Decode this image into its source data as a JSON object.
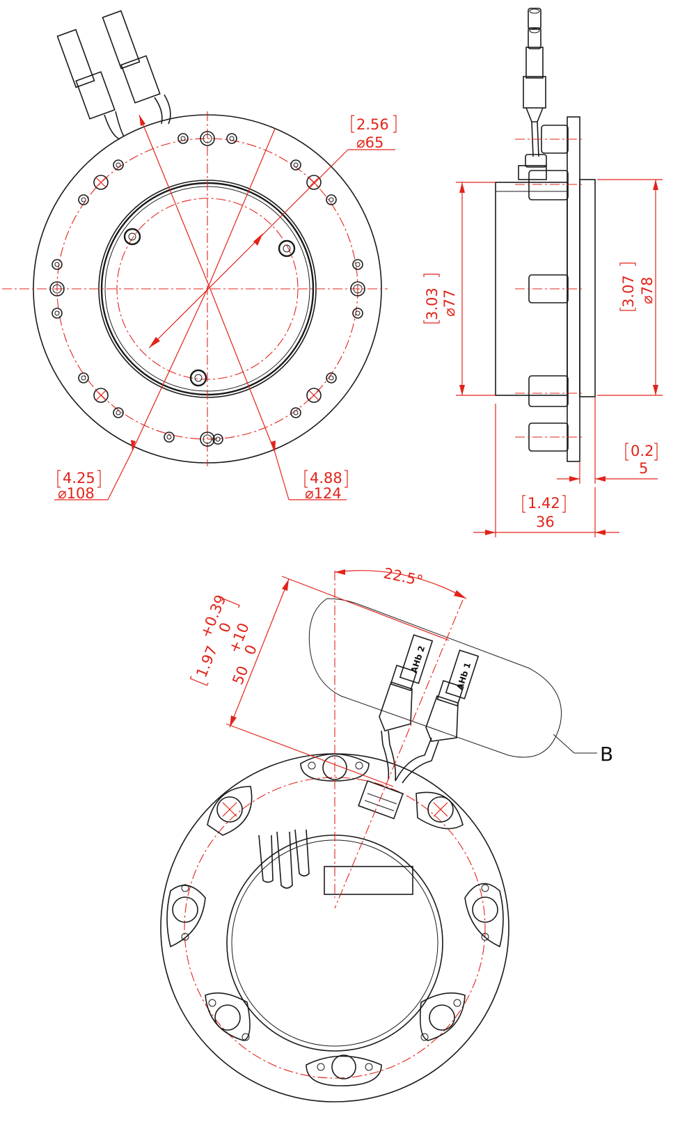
{
  "colors": {
    "outline": "#1a1a1a",
    "dimension": "#e2231a",
    "background": "#ffffff"
  },
  "front_view": {
    "dims": {
      "d65": {
        "inch": "2.56",
        "mm": "⌀65"
      },
      "d108": {
        "inch": "4.25",
        "mm": "⌀108"
      },
      "d124": {
        "inch": "4.88",
        "mm": "⌀124"
      }
    }
  },
  "side_view": {
    "dims": {
      "d77": {
        "inch": "3.03",
        "mm": "⌀77"
      },
      "d78": {
        "inch": "3.07",
        "mm": "⌀78"
      },
      "t5": {
        "inch": "0.2",
        "mm": "5"
      },
      "w36": {
        "inch": "1.42",
        "mm": "36"
      }
    }
  },
  "back_view": {
    "angle": "22.5°",
    "cable_length": {
      "inch": "1.97",
      "inch_tol_upper": "+0.39",
      "inch_tol_lower": "0",
      "mm": "50",
      "mm_tol_upper": "+10",
      "mm_tol_lower": "0"
    },
    "detail_label": "B",
    "connector_1_label": "AHb 1",
    "connector_2_label": "AHb 2"
  }
}
